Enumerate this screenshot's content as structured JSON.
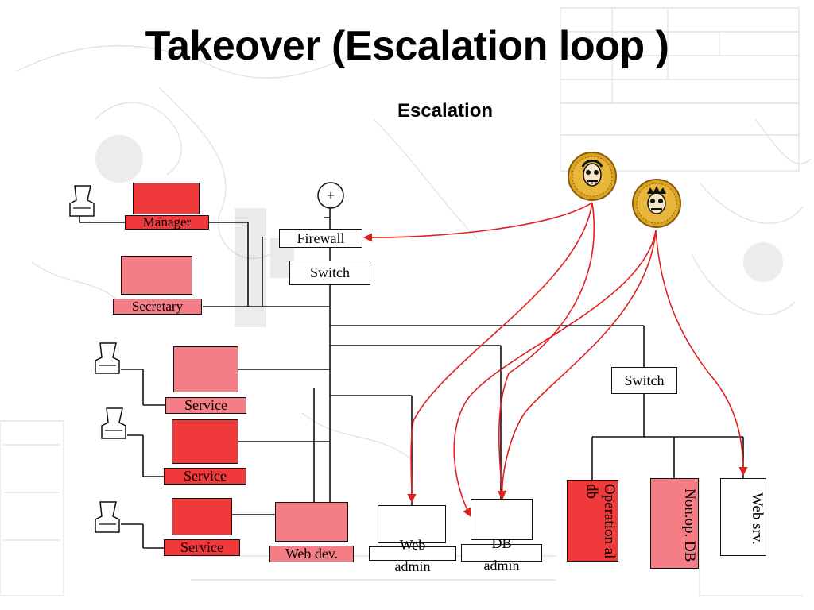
{
  "title": "Takeover (Escalation loop )",
  "subtitle": "Escalation",
  "nodes": {
    "manager": "Manager",
    "secretary": "Secretary",
    "service_1": "Service",
    "service_2": "Service",
    "service_3": "Service",
    "web_dev": "Web dev.",
    "firewall": "Firewall",
    "switch_top": "Switch",
    "switch_right": "Switch",
    "web_admin_line1": "Web",
    "web_admin_line2": "admin",
    "db_admin_line1": "DB",
    "db_admin_line2": "admin",
    "operational_db": "Operation al db",
    "non_op_db": "Non.op. DB",
    "web_srv": "Web srv.",
    "plus": "+"
  },
  "colors": {
    "red_strong": "#f0393b",
    "red_light": "#f57e86",
    "arrow": "#e02020",
    "line": "#111111",
    "medal_gold": "#d9a520"
  },
  "icons": [
    "printer-icon",
    "hacker-medal-icon",
    "plus-circle-icon"
  ]
}
